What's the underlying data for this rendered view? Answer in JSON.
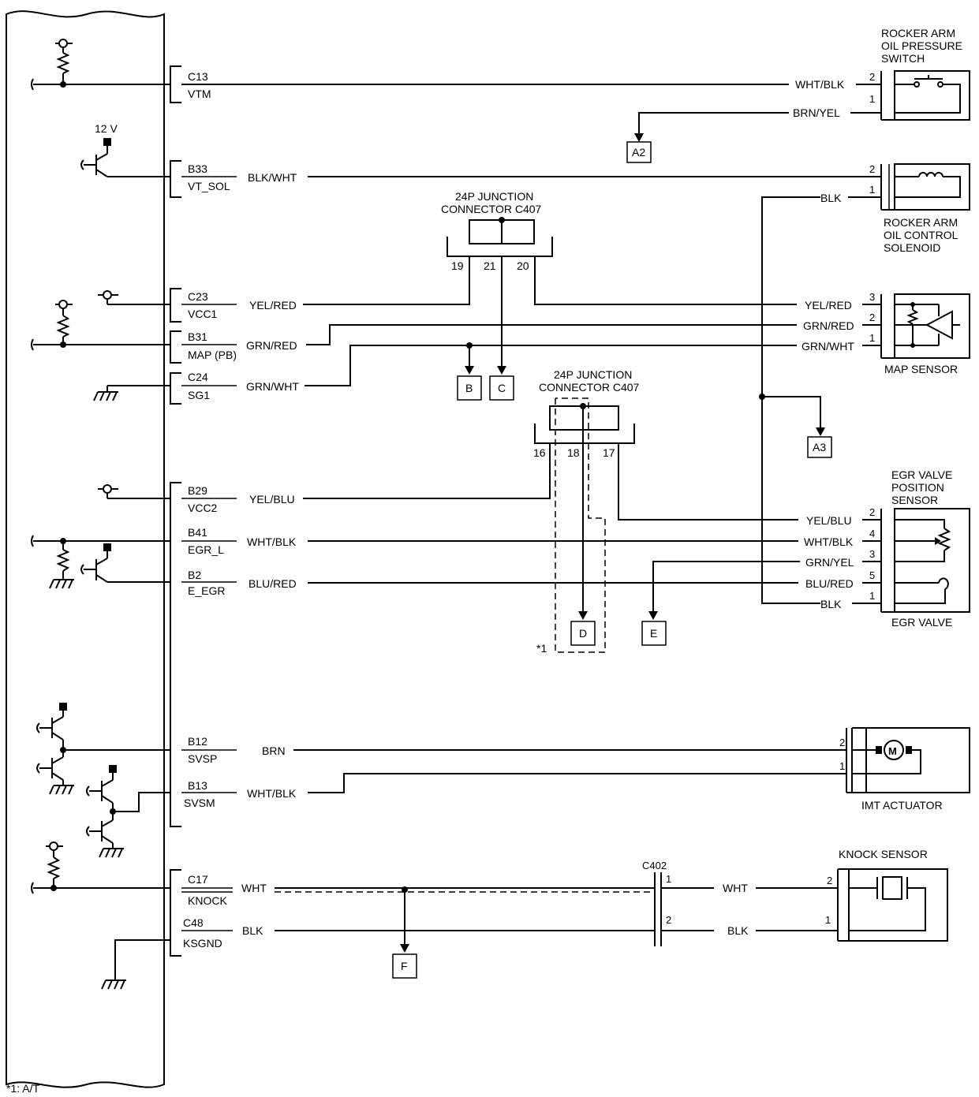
{
  "footnote": "*1: A/T",
  "supply_voltage": "12 V",
  "ecm_pins": [
    {
      "id": "C13",
      "name": "VTM"
    },
    {
      "id": "B33",
      "name": "VT_SOL"
    },
    {
      "id": "C23",
      "name": "VCC1"
    },
    {
      "id": "B31",
      "name": "MAP (PB)"
    },
    {
      "id": "C24",
      "name": "SG1"
    },
    {
      "id": "B29",
      "name": "VCC2"
    },
    {
      "id": "B41",
      "name": "EGR_L"
    },
    {
      "id": "B2",
      "name": "E_EGR"
    },
    {
      "id": "B12",
      "name": "SVSP"
    },
    {
      "id": "B13",
      "name": "SVSM"
    },
    {
      "id": "C17",
      "name": "KNOCK"
    },
    {
      "id": "C48",
      "name": "KSGND"
    }
  ],
  "wire_colors": {
    "blk_wht": "BLK/WHT",
    "yel_red": "YEL/RED",
    "grn_red": "GRN/RED",
    "grn_wht": "GRN/WHT",
    "yel_blu": "YEL/BLU",
    "wht_blk": "WHT/BLK",
    "blu_red": "BLU/RED",
    "brn": "BRN",
    "wht": "WHT",
    "blk": "BLK",
    "brn_yel": "BRN/YEL",
    "grn_yel": "GRN/YEL"
  },
  "components": {
    "rocker_switch": [
      "ROCKER ARM",
      "OIL PRESSURE",
      "SWITCH"
    ],
    "rocker_solenoid": [
      "ROCKER ARM",
      "OIL CONTROL",
      "SOLENOID"
    ],
    "map_sensor": "MAP SENSOR",
    "egr_sensor": [
      "EGR VALVE",
      "POSITION",
      "SENSOR"
    ],
    "egr_valve": "EGR VALVE",
    "imt_actuator": "IMT ACTUATOR",
    "knock_sensor": "KNOCK SENSOR"
  },
  "junction_1": {
    "title": [
      "24P JUNCTION",
      "CONNECTOR C407"
    ],
    "pins": [
      "19",
      "21",
      "20"
    ]
  },
  "junction_2": {
    "title": [
      "24P JUNCTION",
      "CONNECTOR C407"
    ],
    "pins": [
      "16",
      "18",
      "17"
    ]
  },
  "connector_c402": {
    "name": "C402",
    "pins": [
      "1",
      "2"
    ]
  },
  "note_marker": "*1",
  "terminal_pins": {
    "rocker_switch": [
      "2",
      "1"
    ],
    "rocker_solenoid": [
      "2",
      "1"
    ],
    "map_sensor": [
      "3",
      "2",
      "1"
    ],
    "egr": [
      "2",
      "4",
      "3",
      "5",
      "1"
    ],
    "imt": [
      "2",
      "1"
    ],
    "knock": [
      "2",
      "1"
    ]
  },
  "off_page": [
    "A2",
    "A3",
    "B",
    "C",
    "D",
    "E",
    "F"
  ]
}
